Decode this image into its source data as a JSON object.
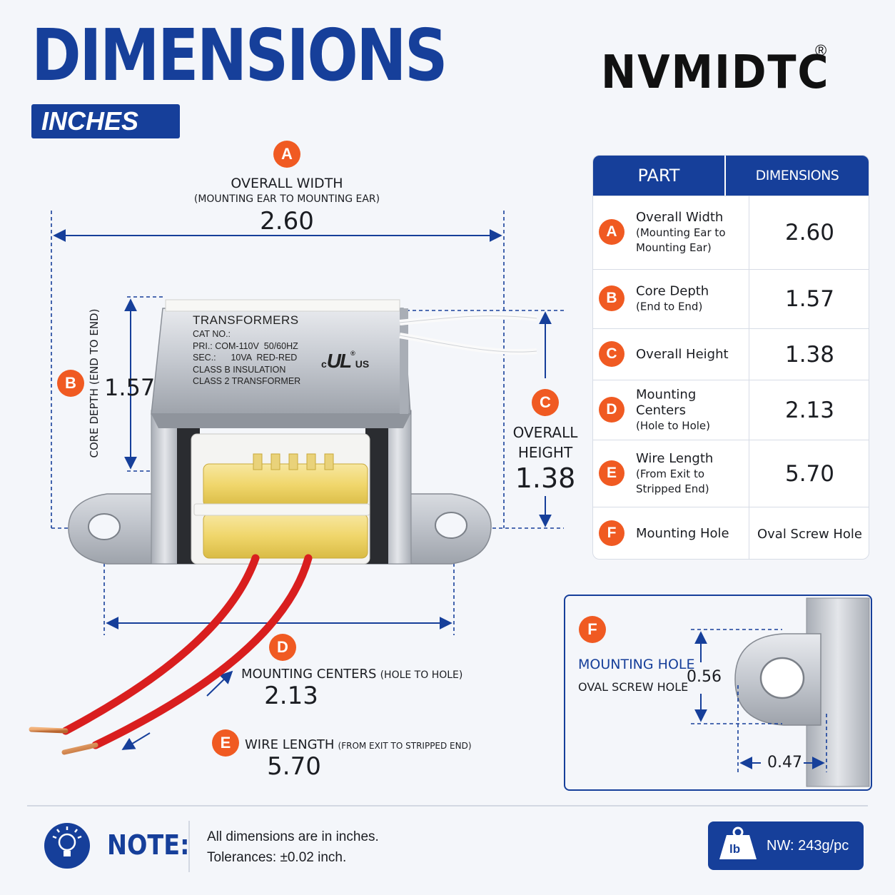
{
  "header": {
    "title": "DIMENSIONS",
    "unit": "INCHES",
    "brand": "NVMIDTC",
    "brand_mark": "®"
  },
  "diagram": {
    "a": {
      "letter": "A",
      "label": "OVERALL WIDTH",
      "sub": "(MOUNTING EAR TO MOUNTING EAR)",
      "value": "2.60"
    },
    "b": {
      "letter": "B",
      "label": "CORE DEPTH (END TO END)",
      "value": "1.57"
    },
    "c": {
      "letter": "C",
      "label_1": "OVERALL",
      "label_2": "HEIGHT",
      "value": "1.38"
    },
    "d": {
      "letter": "D",
      "label": "MOUNTING CENTERS",
      "sub": "(HOLE TO HOLE)",
      "value": "2.13"
    },
    "e": {
      "letter": "E",
      "label": "WIRE LENGTH",
      "sub": "(FROM EXIT TO STRIPPED END)",
      "value": "5.70"
    },
    "label_plate": {
      "line1": "TRANSFORMERS",
      "line2": "CAT NO.:",
      "line3": "PRI.: COM-110V  50/60HZ",
      "line4": "SEC.:      10VA  RED-RED",
      "line5": "CLASS B INSULATION",
      "line6": "CLASS 2 TRANSFORMER",
      "cert_c": "c",
      "cert_ul": "UL",
      "cert_us": "US",
      "cert_r": "®"
    }
  },
  "table": {
    "col_part": "PART",
    "col_dim": "DIMENSIONS (INCHES)",
    "rows": [
      {
        "letter": "A",
        "name": "Overall Width",
        "detail": "(Mounting Ear to Mounting Ear)",
        "value": "2.60"
      },
      {
        "letter": "B",
        "name": "Core Depth",
        "detail": "(End to End)",
        "value": "1.57"
      },
      {
        "letter": "C",
        "name": "Overall Height",
        "detail": "",
        "value": "1.38"
      },
      {
        "letter": "D",
        "name": "Mounting Centers",
        "detail": "(Hole to Hole)",
        "value": "2.13"
      },
      {
        "letter": "E",
        "name": "Wire Length",
        "detail": "(From Exit to Stripped End)",
        "value": "5.70"
      },
      {
        "letter": "F",
        "name": "Mounting Hole",
        "detail": "",
        "value": "Oval Screw Hole"
      }
    ]
  },
  "mounting_hole": {
    "letter": "F",
    "title": "MOUNTING HOLE",
    "subtitle": "OVAL SCREW HOLE",
    "height": "0.56",
    "width": "0.47"
  },
  "footer": {
    "note_label": "NOTE:",
    "note_line1": "All dimensions are in inches.",
    "note_line2": "Tolerances: ±0.02 inch.",
    "weight_icon": "lb",
    "weight": "NW: 243g/pc"
  },
  "colors": {
    "primary_blue": "#163f9a",
    "accent_orange": "#f05a22",
    "wire_red": "#d91e1e",
    "coil_yellow": "#f2dc7a"
  }
}
